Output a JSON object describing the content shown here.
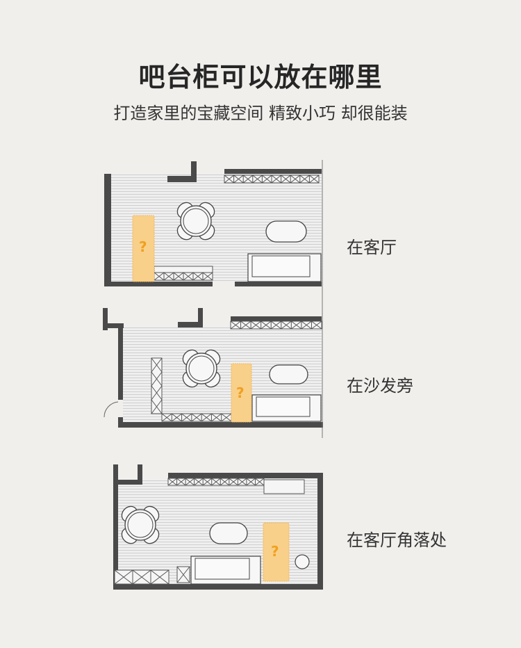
{
  "header": {
    "title": "吧台柜可以放在哪里",
    "subtitle": "打造家里的宝藏空间 精致小巧 却很能装"
  },
  "plans": [
    {
      "label": "在客厅",
      "marker": "?"
    },
    {
      "label": "在沙发旁",
      "marker": "?"
    },
    {
      "label": "在客厅角落处",
      "marker": "?"
    }
  ],
  "colors": {
    "background": "#f1efec",
    "wall": "#4a4a4a",
    "floor": "#ececec",
    "bar_cabinet": "#f8d08a",
    "marker": "#f0a020"
  }
}
